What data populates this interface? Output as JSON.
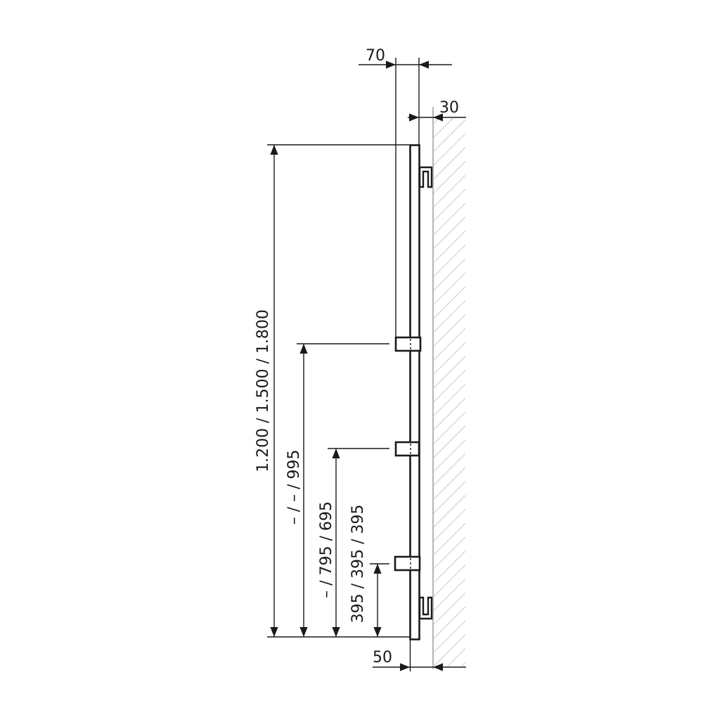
{
  "drawing": {
    "title": "Radiator side view with wall mounting dimensions",
    "colors": {
      "line": "#1a1a1a",
      "wall": "#b8b8b8",
      "hatch": "#bdbdbd",
      "background": "#ffffff"
    },
    "dimensions": {
      "depth_total": "70",
      "wall_clearance_top": "30",
      "wall_clearance_bottom": "50",
      "overall_height": "1.200 / 1.500 / 1.800",
      "bracket_3_height": "– / – / 995",
      "bracket_2_height": "– / 795 / 695",
      "bracket_1_height": "395 / 395 / 395"
    }
  }
}
